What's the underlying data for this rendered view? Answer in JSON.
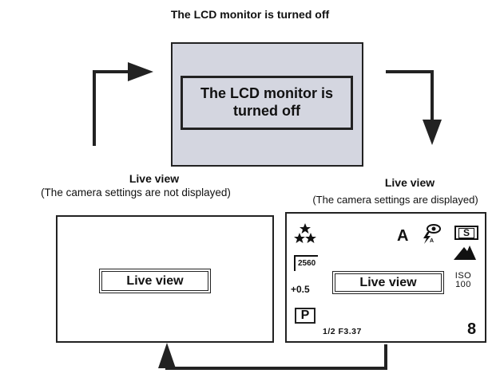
{
  "title": "The LCD monitor is turned off",
  "off_screen": {
    "label": "The LCD monitor is turned off"
  },
  "left_panel": {
    "caption_title": "Live view",
    "caption_sub": "(The camera settings are not displayed)",
    "box_label": "Live view"
  },
  "right_panel": {
    "caption_title": "Live view",
    "caption_sub": "(The camera settings are displayed)",
    "box_label": "Live view",
    "indicators": {
      "record_mode": "2560",
      "exposure_comp": "+0.5",
      "shooting_mode": "P",
      "af_mode": "A",
      "sharpness": "S",
      "iso": "ISO 100",
      "shutter_aperture": "1/2 F3.37",
      "shots_remaining": "8"
    },
    "icons": [
      "quality-stars-icon",
      "flash-redeye-icon",
      "mountain-icon"
    ]
  },
  "colors": {
    "off_screen_bg": "#d4d6e0",
    "line": "#222222"
  }
}
